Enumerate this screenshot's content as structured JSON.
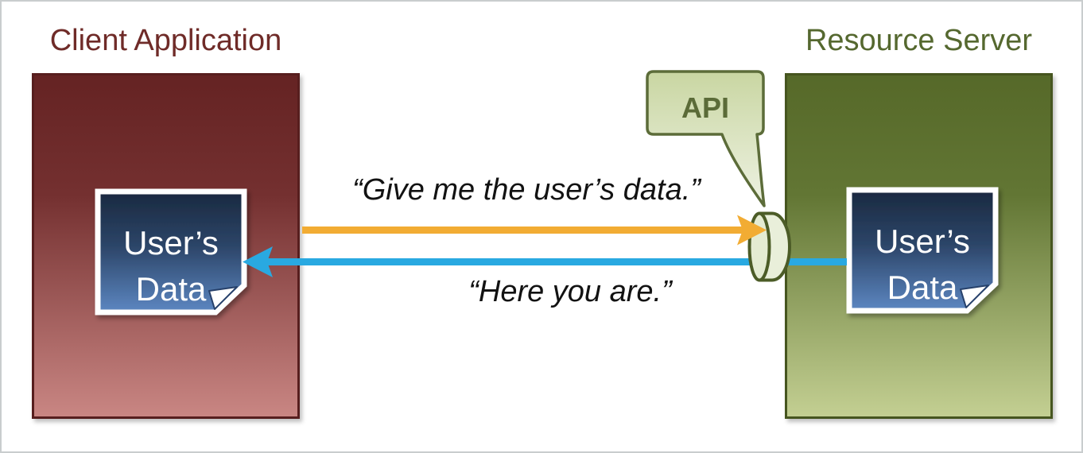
{
  "frame": {
    "border_color": "#c9cdce",
    "background": "#ffffff"
  },
  "client": {
    "title": "Client Application",
    "title_color": "#6f2b28",
    "box_gradient_top": "#652323",
    "box_gradient_bottom": "#c98683",
    "box_border": "#571e1e"
  },
  "server": {
    "title": "Resource Server",
    "title_color": "#55682f",
    "box_gradient_top": "#566929",
    "box_gradient_bottom": "#c3cf92",
    "box_border": "#46551f"
  },
  "note": {
    "line1": "User’s",
    "line2": "Data",
    "gradient_top": "#1a2940",
    "gradient_bottom": "#5d87c2",
    "border_color": "#ffffff"
  },
  "api": {
    "label": "API",
    "fill_top": "#c9d6a2",
    "fill_bottom": "#eef2e3",
    "border_color": "#5c6c39",
    "label_color": "#5b6b38",
    "cylinder_fill": "#e9efda",
    "cylinder_border": "#4c5c27"
  },
  "messages": {
    "request": {
      "text": "“Give me the user’s data.”",
      "arrow_color": "#f2ac33"
    },
    "response": {
      "text": "“Here you are.”",
      "arrow_color": "#29a9e1"
    }
  }
}
